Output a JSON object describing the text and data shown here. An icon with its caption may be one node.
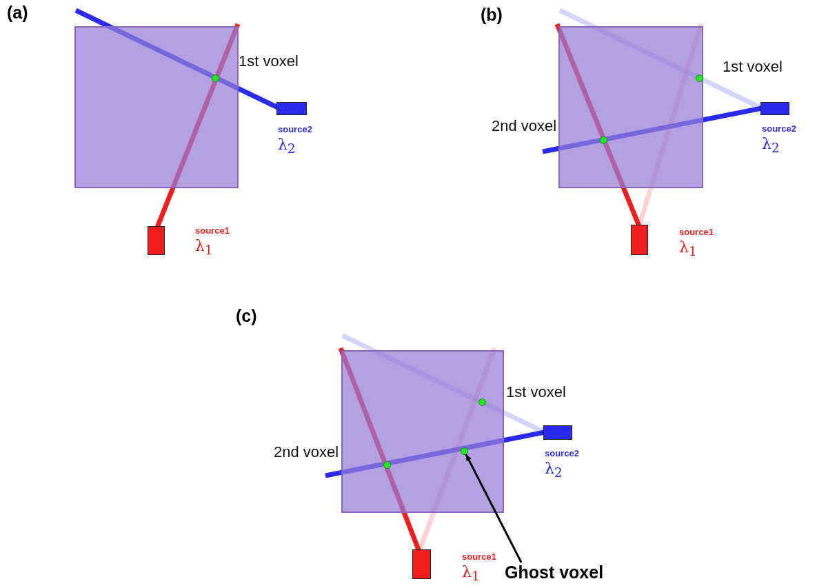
{
  "diagram": {
    "nodes": [
      {
        "text": [],
        "shape": "box"
      },
      {
        "text": [],
        "shape": "box",
        "beside": [
          "source2",
          "λ$_{2}$"
        ]
      },
      {
        "text": [],
        "shape": "box",
        "beside": [
          "source1",
          "λ$_{1}$"
        ]
      },
      {
        "text": [],
        "shape": "box"
      },
      {
        "text": [],
        "shape": "box",
        "beside": [
          "source2",
          "λ$_{2}$"
        ]
      },
      {
        "text": [],
        "shape": "box",
        "beside": [
          "source1",
          "λ$_{1}$"
        ]
      },
      {
        "text": [],
        "shape": "box"
      },
      {
        "text": [],
        "shape": "box",
        "beside": [
          "source2",
          "λ$_{2}$"
        ]
      },
      {
        "text": [],
        "shape": "circle",
        "in": 6
      },
      {
        "text": [],
        "shape": "box",
        "beside": [
          "source1",
          "λ$_{1}$"
        ]
      },
      {
        "text": [
          "Ghost voxel"
        ]
      }
    ],
    "edges": [
      {
        "from": 10,
        "to": 8,
        "arrow": "to"
      }
    ],
    "labels": [
      "(a)",
      "1st voxel",
      "(b)",
      "1st voxel",
      "2nd voxel",
      "(c)",
      "1st voxel",
      "2nd voxel"
    ]
  }
}
